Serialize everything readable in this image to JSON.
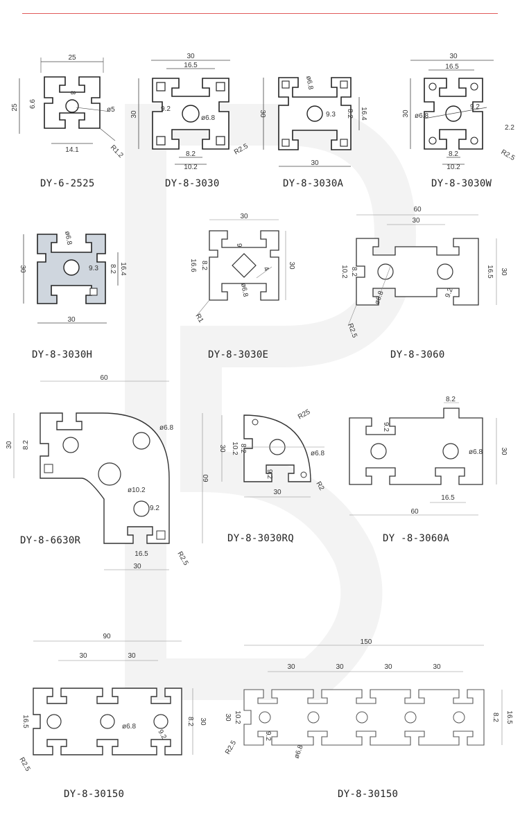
{
  "colors": {
    "accent_line": "#e05a5a",
    "profile_fill": "#ffffff",
    "profile_stroke": "#222222",
    "profile_shade": "#d8d8d8",
    "dim_line": "#444444",
    "watermark": "#f2f2f2"
  },
  "profiles": [
    {
      "name": "DY-6-2525",
      "dims": [
        "25",
        "25",
        "8",
        "6.6",
        "ø5",
        "14.1",
        "R1.2"
      ]
    },
    {
      "name": "DY-8-3030",
      "dims": [
        "30",
        "16.5",
        "30",
        "9.2",
        "ø6.8",
        "8.2",
        "10.2",
        "R2.5"
      ]
    },
    {
      "name": "DY-8-3030A",
      "dims": [
        "ø6.8",
        "30",
        "9.3",
        "8.2",
        "16.4",
        "30"
      ]
    },
    {
      "name": "DY-8-3030W",
      "dims": [
        "30",
        "16.5",
        "30",
        "ø6.8",
        "9.2",
        "2.2",
        "8.2",
        "10.2",
        "R2.5"
      ]
    },
    {
      "name": "DY-8-3030H",
      "dims": [
        "ø6.8",
        "30",
        "9.3",
        "8.2",
        "16.4",
        "30"
      ]
    },
    {
      "name": "DY-8-3030E",
      "dims": [
        "30",
        "9",
        "16.6",
        "8.2",
        "30",
        "R1",
        "4",
        "ø6.8"
      ]
    },
    {
      "name": "DY-8-3060",
      "dims": [
        "60",
        "30",
        "8.2",
        "10.2",
        "16.5",
        "30",
        "ø6.8",
        "9.2",
        "R2.5"
      ]
    },
    {
      "name": "DY-8-6630R",
      "dims": [
        "60",
        "30",
        "8.2",
        "ø6.8",
        "60",
        "ø10.2",
        "9.2",
        "16.5",
        "R2.5",
        "30"
      ]
    },
    {
      "name": "DY-8-3030RQ",
      "dims": [
        "R25",
        "10.2",
        "30",
        "8.2",
        "ø6.8",
        "9.2",
        "R2",
        "30"
      ]
    },
    {
      "name": "DY -8-3060A",
      "dims": [
        "8.2",
        "9.2",
        "30",
        "ø6.8",
        "16.5",
        "60"
      ]
    },
    {
      "name": "DY-8-30150",
      "dims": [
        "90",
        "30",
        "30",
        "16.5",
        "ø6.8",
        "8.2",
        "30",
        "9.2",
        "R2.5"
      ]
    },
    {
      "name": "DY-8-30150",
      "dims": [
        "150",
        "30",
        "30",
        "30",
        "30",
        "10.2",
        "30",
        "9.2",
        "R2.5",
        "ø6.8",
        "8.2",
        "16.5"
      ]
    }
  ]
}
